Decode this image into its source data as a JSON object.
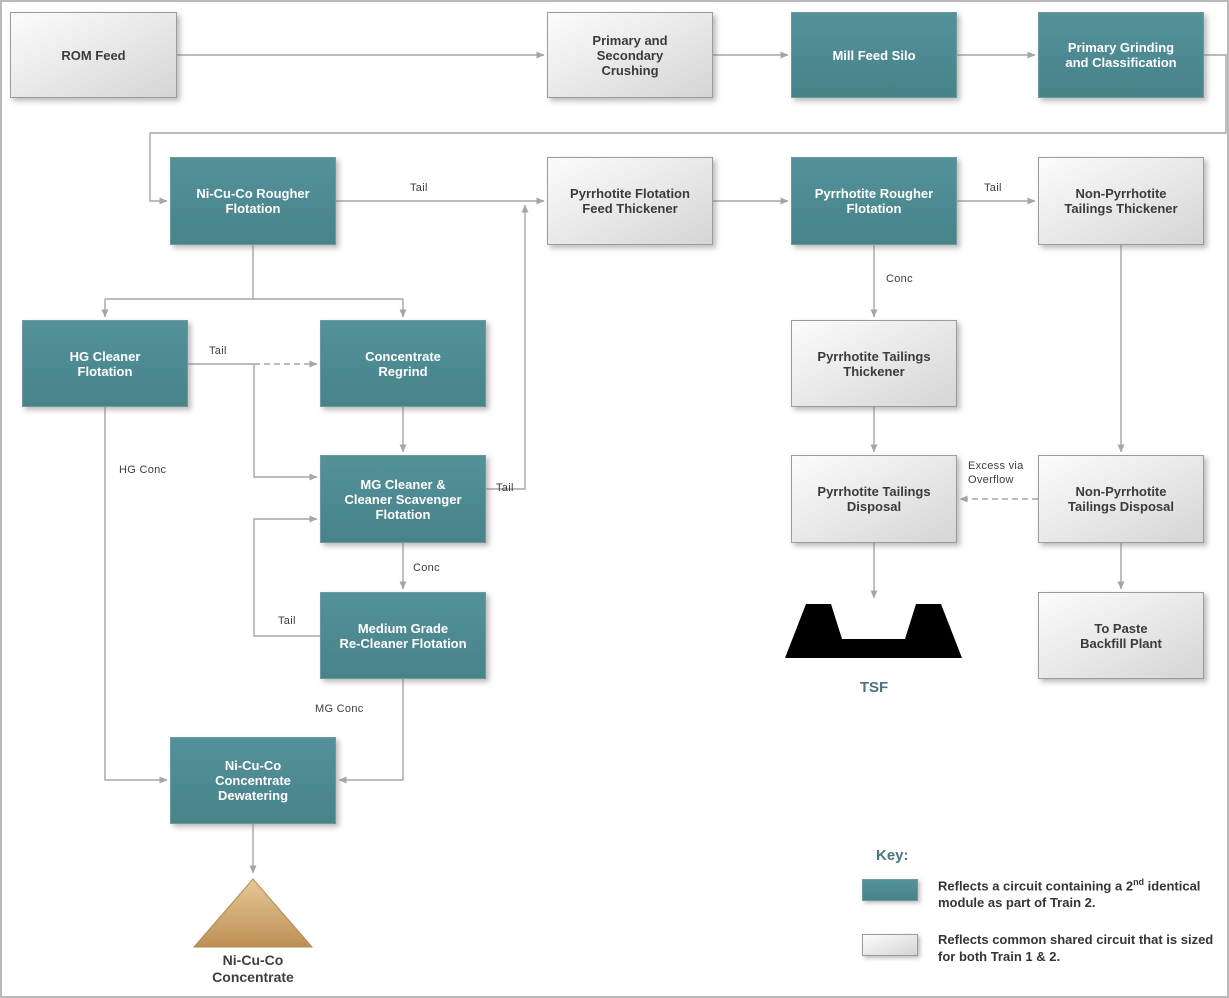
{
  "colors": {
    "train_module_fill": "#4e8c92",
    "shared_circuit_fill": "#e8e8e8",
    "connector": "#a6a6a6",
    "concentrate_cone": "#c69a62",
    "tsf_icon": "#000000"
  },
  "nodes": [
    {
      "id": "rom-feed",
      "type": "shared",
      "label": "ROM Feed"
    },
    {
      "id": "primary-secondary-crushing",
      "type": "shared",
      "label": "Primary and\nSecondary\nCrushing"
    },
    {
      "id": "mill-feed-silo",
      "type": "train",
      "label": "Mill Feed Silo"
    },
    {
      "id": "primary-grinding-classification",
      "type": "train",
      "label": "Primary Grinding\nand Classification"
    },
    {
      "id": "ni-cu-co-rougher-flotation",
      "type": "train",
      "label": "Ni-Cu-Co Rougher\nFlotation"
    },
    {
      "id": "pyrrhotite-flotation-feed-thickener",
      "type": "shared",
      "label": "Pyrrhotite Flotation\nFeed Thickener"
    },
    {
      "id": "pyrrhotite-rougher-flotation",
      "type": "train",
      "label": "Pyrrhotite Rougher\nFlotation"
    },
    {
      "id": "non-pyrrhotite-tailings-thickener",
      "type": "shared",
      "label": "Non-Pyrrhotite\nTailings Thickener"
    },
    {
      "id": "hg-cleaner-flotation",
      "type": "train",
      "label": "HG Cleaner\nFlotation"
    },
    {
      "id": "concentrate-regrind",
      "type": "train",
      "label": "Concentrate\nRegrind"
    },
    {
      "id": "mg-cleaner-cleaner-scavenger-flotation",
      "type": "train",
      "label": "MG Cleaner &\nCleaner Scavenger\nFlotation"
    },
    {
      "id": "medium-grade-re-cleaner-flotation",
      "type": "train",
      "label": "Medium Grade\nRe-Cleaner Flotation"
    },
    {
      "id": "ni-cu-co-concentrate-dewatering",
      "type": "train",
      "label": "Ni-Cu-Co\nConcentrate\nDewatering"
    },
    {
      "id": "pyrrhotite-tailings-thickener",
      "type": "shared",
      "label": "Pyrrhotite Tailings\nThickener"
    },
    {
      "id": "pyrrhotite-tailings-disposal",
      "type": "shared",
      "label": "Pyrrhotite Tailings\nDisposal"
    },
    {
      "id": "non-pyrrhotite-tailings-disposal",
      "type": "shared",
      "label": "Non-Pyrrhotite\nTailings Disposal"
    },
    {
      "id": "to-paste-backfill-plant",
      "type": "shared",
      "label": "To Paste\nBackfill Plant"
    }
  ],
  "streams": [
    {
      "id": "rougher-tail",
      "text": "Tail"
    },
    {
      "id": "pyrrhotite-rougher-tail",
      "text": "Tail"
    },
    {
      "id": "pyrrhotite-rougher-conc",
      "text": "Conc"
    },
    {
      "id": "hg-cleaner-tail",
      "text": "Tail"
    },
    {
      "id": "hg-conc",
      "text": "HG Conc"
    },
    {
      "id": "mg-cleaner-scavenger-tail",
      "text": "Tail"
    },
    {
      "id": "mg-cleaner-conc",
      "text": "Conc"
    },
    {
      "id": "re-cleaner-tail",
      "text": "Tail"
    },
    {
      "id": "mg-conc",
      "text": "MG Conc"
    },
    {
      "id": "excess-via-overflow",
      "text": "Excess via Overflow"
    }
  ],
  "outputs": {
    "concentrate_label": "Ni-Cu-Co\nConcentrate",
    "tsf_label": "TSF"
  },
  "key": {
    "heading": "Key:",
    "items": [
      {
        "swatch": "train",
        "text_before_sup": "Reflects a circuit containing a 2",
        "sup": "nd",
        "text_after_sup": " identical module as part of Train 2."
      },
      {
        "swatch": "shared",
        "text": "Reflects common shared circuit that is sized for both Train 1 & 2."
      }
    ]
  }
}
